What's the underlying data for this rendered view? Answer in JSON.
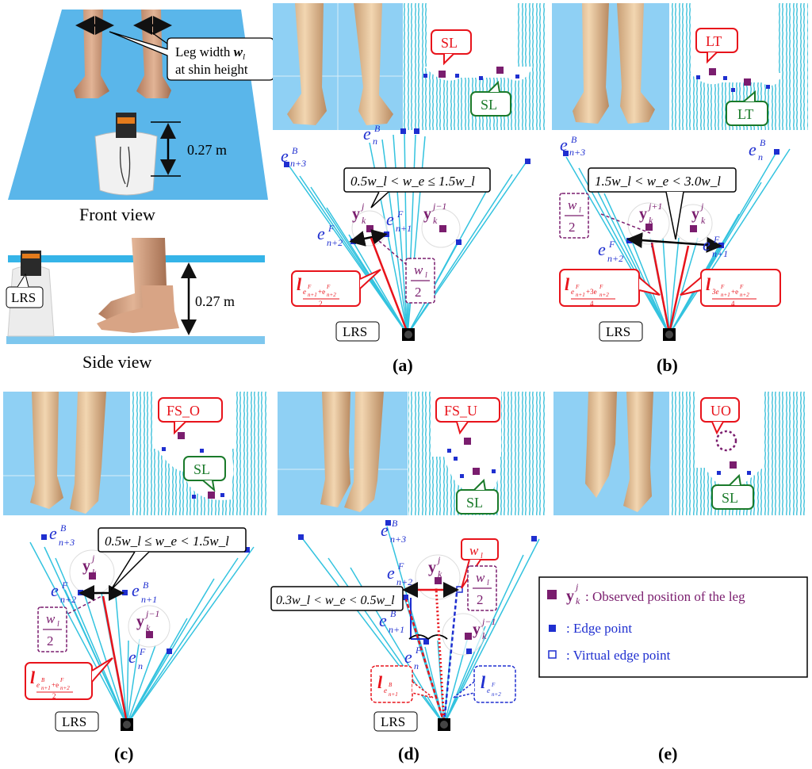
{
  "top_left": {
    "leg_width_callout": [
      "Leg width ",
      "w",
      "l",
      "at shin height"
    ],
    "height_label_front": "0.27 m",
    "front_view_caption": "Front view",
    "lrs_label": "LRS",
    "height_label_side": "0.27 m",
    "side_view_caption": "Side view"
  },
  "panels": {
    "a": {
      "caption": "(a)",
      "bubbles": [
        "SL",
        "SL"
      ],
      "condition": "0.5w_l < w_e ≤ 1.5w_l",
      "lrs": "LRS"
    },
    "b": {
      "caption": "(b)",
      "bubbles": [
        "LT",
        "LT"
      ],
      "condition": "1.5w_l < w_e < 3.0w_l",
      "lrs": "LRS"
    },
    "c": {
      "caption": "(c)",
      "bubbles": [
        "FS_O",
        "SL"
      ],
      "condition": "0.5w_l ≤ w_e < 1.5w_l",
      "lrs": "LRS"
    },
    "d": {
      "caption": "(d)",
      "bubbles": [
        "FS_U",
        "SL"
      ],
      "condition": "0.3w_l < w_e < 0.5w_l",
      "lrs": "LRS"
    },
    "e": {
      "caption": "(e)",
      "bubbles": [
        "UO",
        "SL"
      ]
    }
  },
  "legend": {
    "observed": ": Observed position of the leg",
    "edge": ": Edge point",
    "virtual_edge": ": Virtual edge point"
  },
  "colors": {
    "floor_blue": "#5ab6ea",
    "scan_line": "#33c3df",
    "edge_point": "#1f2fd0",
    "leg_position": "#7a1d6e",
    "red": "#e8131b",
    "green": "#1a7a2a"
  }
}
